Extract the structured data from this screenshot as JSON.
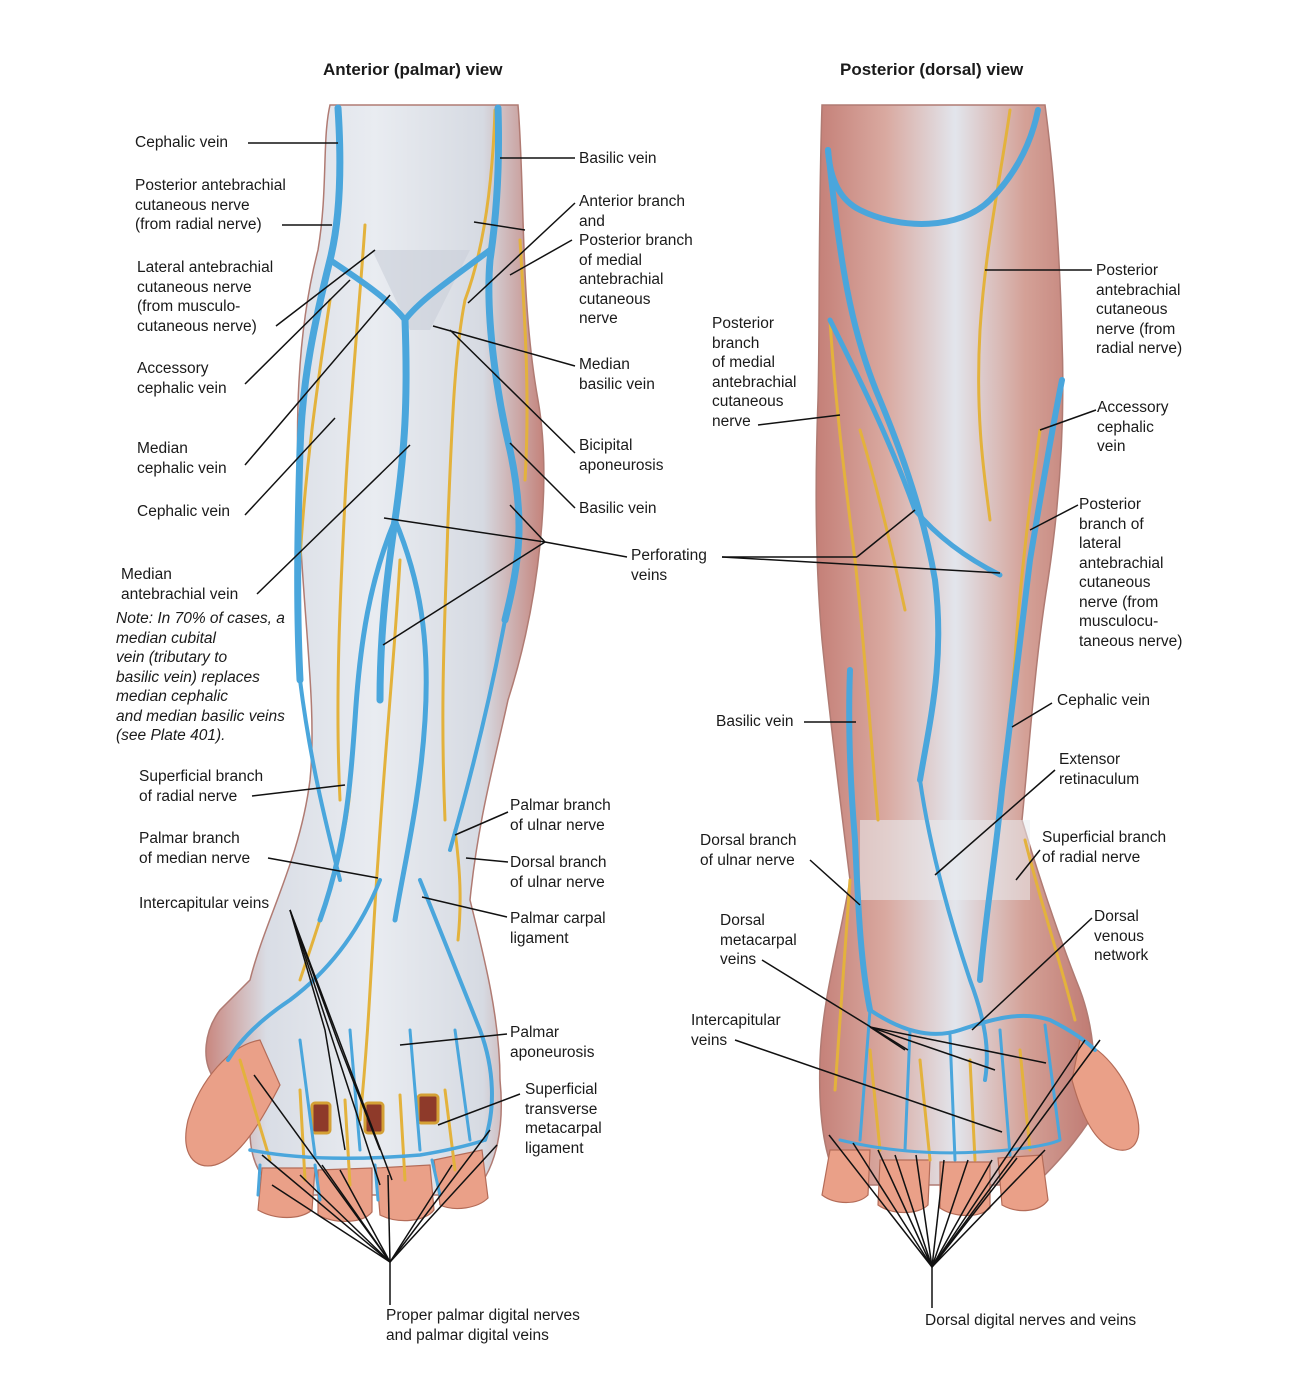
{
  "titles": {
    "anterior": "Anterior (palmar) view",
    "posterior": "Posterior (dorsal) view"
  },
  "labels": {
    "a_cephalic_top": "Cephalic vein",
    "a_post_antebrachial": "Posterior antebrachial\ncutaneous nerve\n(from radial nerve)",
    "a_lat_antebrachial": "Lateral antebrachial\ncutaneous nerve\n(from musculo-\ncutaneous nerve)",
    "a_accessory_cephalic": "Accessory\ncephalic vein",
    "a_median_cephalic": "Median\ncephalic vein",
    "a_cephalic_mid": "Cephalic vein",
    "a_median_antebrachial": "Median\nantebrachial vein",
    "a_note": "Note: In 70% of cases, a\nmedian cubital\nvein (tributary to\nbasilic vein) replaces\nmedian cephalic\nand median basilic veins\n(see Plate 401).",
    "a_superficial_radial": "Superficial branch\nof radial nerve",
    "a_palmar_median": "Palmar branch\nof median nerve",
    "a_intercapitular": "Intercapitular veins",
    "a_basilic_top": "Basilic vein",
    "a_ant_post_branch": "Anterior branch\nand\nPosterior branch\nof medial\nantebrachial\ncutaneous\nnerve",
    "a_median_basilic": "Median\nbasilic vein",
    "a_bicipital": "Bicipital\naponeurosis",
    "a_basilic_mid": "Basilic vein",
    "perforating": "Perforating\nveins",
    "a_palmar_ulnar": "Palmar branch\nof ulnar nerve",
    "a_dorsal_ulnar": "Dorsal branch\nof ulnar nerve",
    "a_palmar_carpal": "Palmar carpal\nligament",
    "a_palmar_aponeurosis": "Palmar\naponeurosis",
    "a_superficial_transverse": "Superficial\ntransverse\nmetacarpal\nligament",
    "a_digital": "Proper palmar digital nerves\nand palmar digital veins",
    "p_post_medial": "Posterior\nbranch\nof medial\nantebrachial\ncutaneous\nnerve",
    "p_basilic": "Basilic vein",
    "p_dorsal_ulnar": "Dorsal branch\nof ulnar nerve",
    "p_dorsal_metacarpal": "Dorsal\nmetacarpal\nveins",
    "p_intercapitular": "Intercapitular\nveins",
    "p_post_antebrachial": "Posterior\nantebrachial\ncutaneous\nnerve (from\nradial nerve)",
    "p_accessory_cephalic": "Accessory\ncephalic\nvein",
    "p_post_lateral": "Posterior\nbranch of\nlateral\nantebrachial\ncutaneous\nnerve (from\nmusculocu-\ntaneous nerve)",
    "p_cephalic": "Cephalic vein",
    "p_extensor": "Extensor\nretinaculum",
    "p_superficial_radial": "Superficial branch\nof radial nerve",
    "p_dorsal_venous": "Dorsal\nvenous\nnetwork",
    "p_digital": "Dorsal digital nerves and veins"
  },
  "colors": {
    "vein": "#4aa6dc",
    "vein_dark": "#2f7fb8",
    "nerve": "#e3b23c",
    "skin_fascia": "#dfe3ea",
    "muscle": "#cf8a80",
    "finger": "#eaa088",
    "leader": "#111111"
  }
}
